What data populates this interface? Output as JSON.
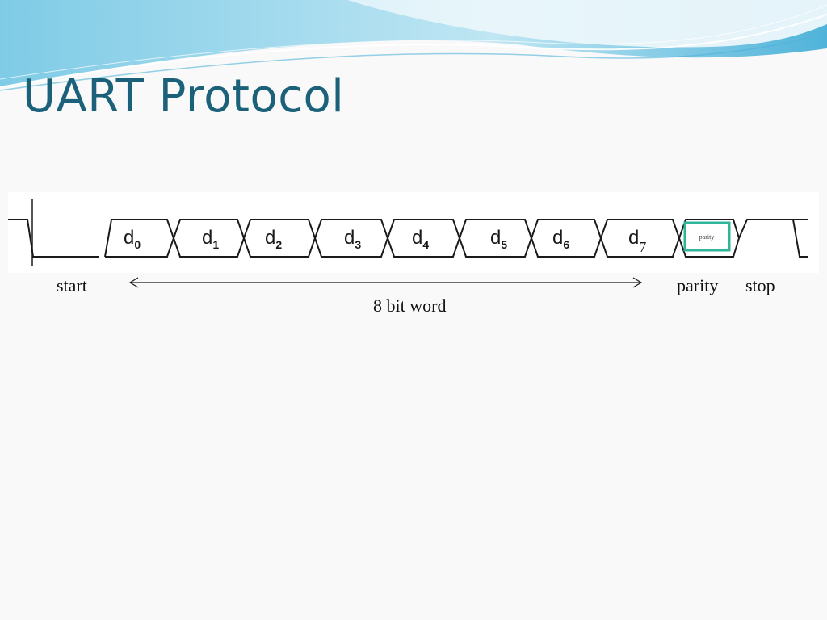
{
  "slide": {
    "title": "UART Protocol"
  },
  "diagram": {
    "data_bits": [
      {
        "base": "d",
        "sub": "0"
      },
      {
        "base": "d",
        "sub": "1"
      },
      {
        "base": "d",
        "sub": "2"
      },
      {
        "base": "d",
        "sub": "3"
      },
      {
        "base": "d",
        "sub": "4"
      },
      {
        "base": "d",
        "sub": "5"
      },
      {
        "base": "d",
        "sub": "6"
      },
      {
        "base": "d",
        "sub": "7"
      }
    ],
    "parity_box_text": "parity",
    "labels": {
      "start": "start",
      "parity": "parity",
      "stop": "stop",
      "word": "8 bit word"
    },
    "colors": {
      "title": "#1b6179",
      "signal": "#1a1a1a",
      "parity_box": "#2fb59a",
      "wave_light": "#bfe4f2",
      "wave_mid": "#7fcbe6",
      "wave_dark": "#4fb3d9"
    }
  }
}
